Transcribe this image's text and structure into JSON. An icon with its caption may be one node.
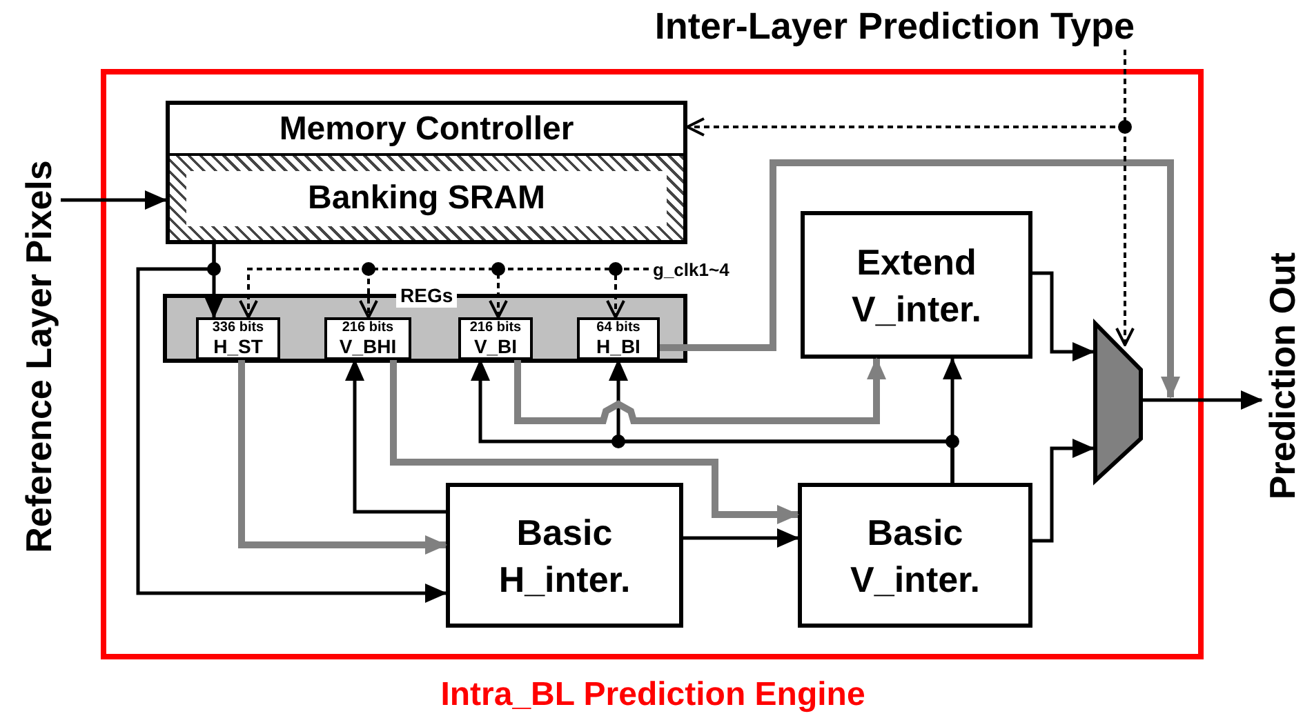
{
  "diagram": {
    "nodes": [
      {
        "text": [
          "Intra_BL Prediction Engine"
        ]
      },
      {
        "text": [
          "Memory Controller"
        ],
        "in": 0
      },
      {
        "text": [
          "Banking SRAM"
        ],
        "in": 0
      },
      {
        "text": [
          "REGs"
        ],
        "in": 0
      },
      {
        "text": [
          "336 bits",
          "H_ST"
        ],
        "in": 3
      },
      {
        "text": [
          "216 bits",
          "V_BHI"
        ],
        "in": 3
      },
      {
        "text": [
          "216 bits",
          "V_BI"
        ],
        "in": 3
      },
      {
        "text": [
          "64 bits",
          "H_BI"
        ],
        "in": 3
      },
      {
        "text": [
          "Extend V_inter."
        ],
        "in": 0
      },
      {
        "text": [
          "Basic H_inter."
        ],
        "in": 0
      },
      {
        "text": [
          "Basic V_inter."
        ],
        "in": 0
      },
      {
        "text": [],
        "shape": "trapezoid",
        "in": 0
      },
      {
        "text": [
          "Reference Layer Pixels"
        ]
      },
      {
        "text": [
          "Prediction Out"
        ]
      },
      {
        "text": [
          "Inter-Layer Prediction Type"
        ]
      },
      {
        "text": [
          "g_clk1~4"
        ],
        "in": 0
      }
    ],
    "edges": [
      {
        "from": 12,
        "to": 2,
        "arrow": "to"
      },
      {
        "from": 2,
        "to": 4,
        "arrow": "to"
      },
      {
        "from": 2,
        "to": 9,
        "arrow": "to"
      },
      {
        "from": 15,
        "to": 4,
        "arrow": "to",
        "style": "dashed"
      },
      {
        "from": 15,
        "to": 5,
        "arrow": "to",
        "style": "dashed"
      },
      {
        "from": 15,
        "to": 6,
        "arrow": "to",
        "style": "dashed"
      },
      {
        "from": 15,
        "to": 7,
        "arrow": "to",
        "style": "dashed"
      },
      {
        "from": 4,
        "to": 9,
        "arrow": "to",
        "style": "thick",
        "color": "#808080"
      },
      {
        "from": 9,
        "to": 5,
        "arrow": "to"
      },
      {
        "from": 5,
        "to": 10,
        "arrow": "to",
        "style": "thick",
        "color": "#808080"
      },
      {
        "from": 10,
        "to": 8,
        "arrow": "to"
      },
      {
        "from": 10,
        "to": 6,
        "arrow": "to"
      },
      {
        "from": 10,
        "to": 7,
        "arrow": "to"
      },
      {
        "from": 6,
        "to": 8,
        "arrow": "to",
        "style": "thick",
        "color": "#808080"
      },
      {
        "from": 7,
        "to": 11,
        "arrow": "to",
        "style": "thick",
        "color": "#808080"
      },
      {
        "from": 8,
        "to": 11,
        "arrow": "to"
      },
      {
        "from": 10,
        "to": 11,
        "arrow": "to"
      },
      {
        "from": 9,
        "to": 10,
        "arrow": "to"
      },
      {
        "from": 11,
        "to": 13,
        "arrow": "to"
      },
      {
        "from": 14,
        "to": 11,
        "arrow": "to",
        "style": "dashed"
      },
      {
        "from": 14,
        "to": 1,
        "arrow": "to",
        "style": "dashed"
      }
    ]
  }
}
